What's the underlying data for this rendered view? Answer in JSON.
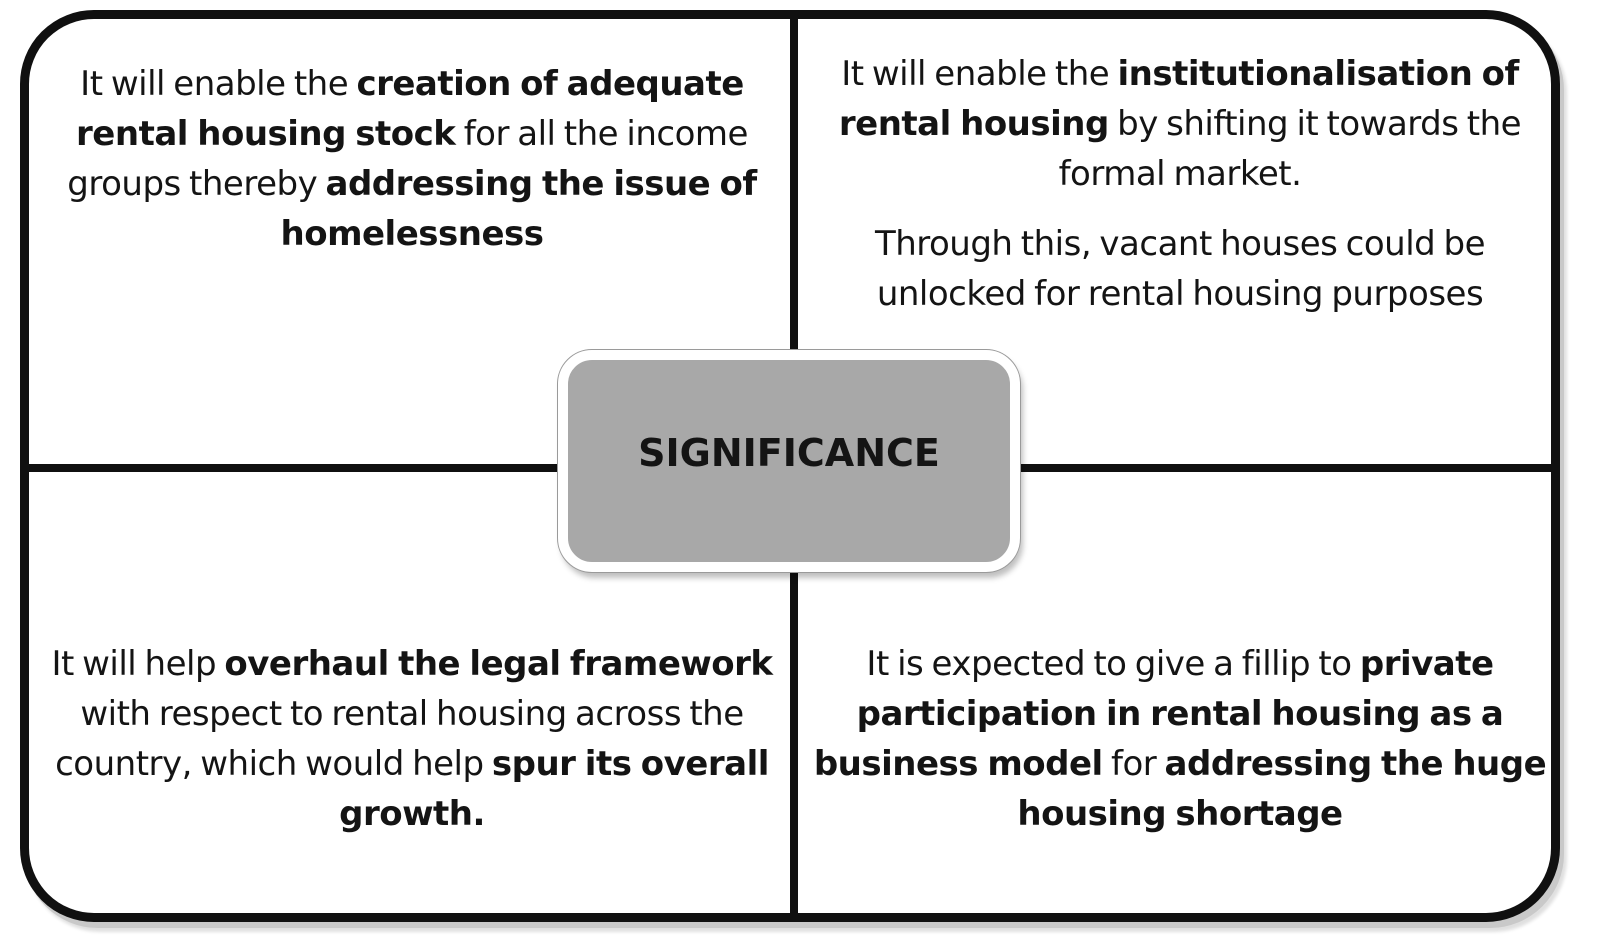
{
  "center": {
    "label": "SIGNIFICANCE"
  },
  "colors": {
    "center_fill": "#a8a8a8",
    "lines": "#101010",
    "background": "#ffffff"
  },
  "quadrants": {
    "top_left": {
      "segments": [
        {
          "text": "It will enable the ",
          "bold": false
        },
        {
          "text": "creation of adequate rental housing stock",
          "bold": true
        },
        {
          "text": " for all the income groups thereby ",
          "bold": false
        },
        {
          "text": "addressing the issue of homelessness",
          "bold": true
        }
      ]
    },
    "top_right": {
      "segments": [
        {
          "text": "It will enable the ",
          "bold": false
        },
        {
          "text": "institutionalisation of rental housing",
          "bold": true
        },
        {
          "text": " by shifting it towards the formal market.",
          "bold": false
        }
      ],
      "segments2": [
        {
          "text": "Through this, vacant houses could be unlocked for rental housing purposes",
          "bold": false
        }
      ]
    },
    "bottom_left": {
      "segments": [
        {
          "text": "It will help ",
          "bold": false
        },
        {
          "text": "overhaul the legal framework",
          "bold": true
        },
        {
          "text": " with respect to rental housing across the country, which would help ",
          "bold": false
        },
        {
          "text": "spur its overall growth.",
          "bold": true
        }
      ]
    },
    "bottom_right": {
      "segments": [
        {
          "text": "It is expected to give a fillip to ",
          "bold": false
        },
        {
          "text": "private participation in rental housing as a business model",
          "bold": true
        },
        {
          "text": " for ",
          "bold": false
        },
        {
          "text": "addressing the huge housing shortage",
          "bold": true
        }
      ]
    }
  }
}
